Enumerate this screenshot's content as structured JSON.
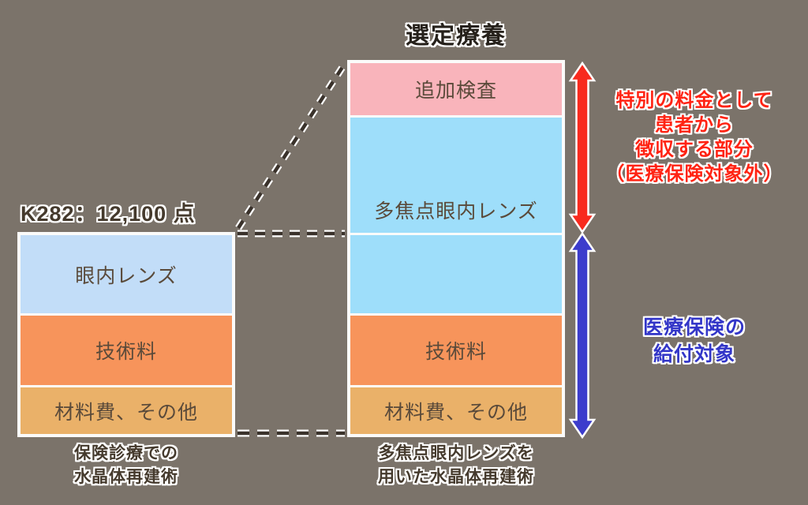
{
  "background_color": "#7B736A",
  "title": "選定療養",
  "procedure_label": "K282：12,100 点",
  "left_bar": {
    "caption_lines": [
      "保険診療での",
      "水晶体再建術"
    ],
    "segments": [
      {
        "label": "眼内レンズ",
        "color": "#C2DDF8",
        "height": 99
      },
      {
        "label": "技術料",
        "color": "#F7945B",
        "height": 88
      },
      {
        "label": "材料費、その他",
        "color": "#EAB169",
        "height": 59
      }
    ]
  },
  "right_bar": {
    "caption_lines": [
      "多焦点眼内レンズを",
      "用いた水晶体再建術"
    ],
    "segments": [
      {
        "label": "追加検査",
        "color": "#F9B4BB",
        "height": 66
      },
      {
        "label": "多焦点眼内レンズ",
        "color": "#9EDEFA",
        "height": 146
      },
      {
        "label": "",
        "color": "#9EDEFA",
        "height": 99
      },
      {
        "label": "技術料",
        "color": "#F7945B",
        "height": 88
      },
      {
        "label": "材料費、その他",
        "color": "#EAB169",
        "height": 59
      }
    ]
  },
  "red_annotation": {
    "icon": "double-arrow-vertical-icon",
    "arrow_color": "#F82A1E",
    "text_color": "#FF2313",
    "lines": [
      "特別の料金として",
      "患者から",
      "徴収する部分",
      "（医療保険対象外）"
    ]
  },
  "blue_annotation": {
    "icon": "double-arrow-vertical-icon",
    "arrow_color": "#3C3CCC",
    "text_color": "#3336C8",
    "lines": [
      "医療保険の",
      "給付対象"
    ]
  },
  "connectors": {
    "style": "dashed",
    "color": "#3A322B",
    "casing_color": "#FFFFFF"
  }
}
